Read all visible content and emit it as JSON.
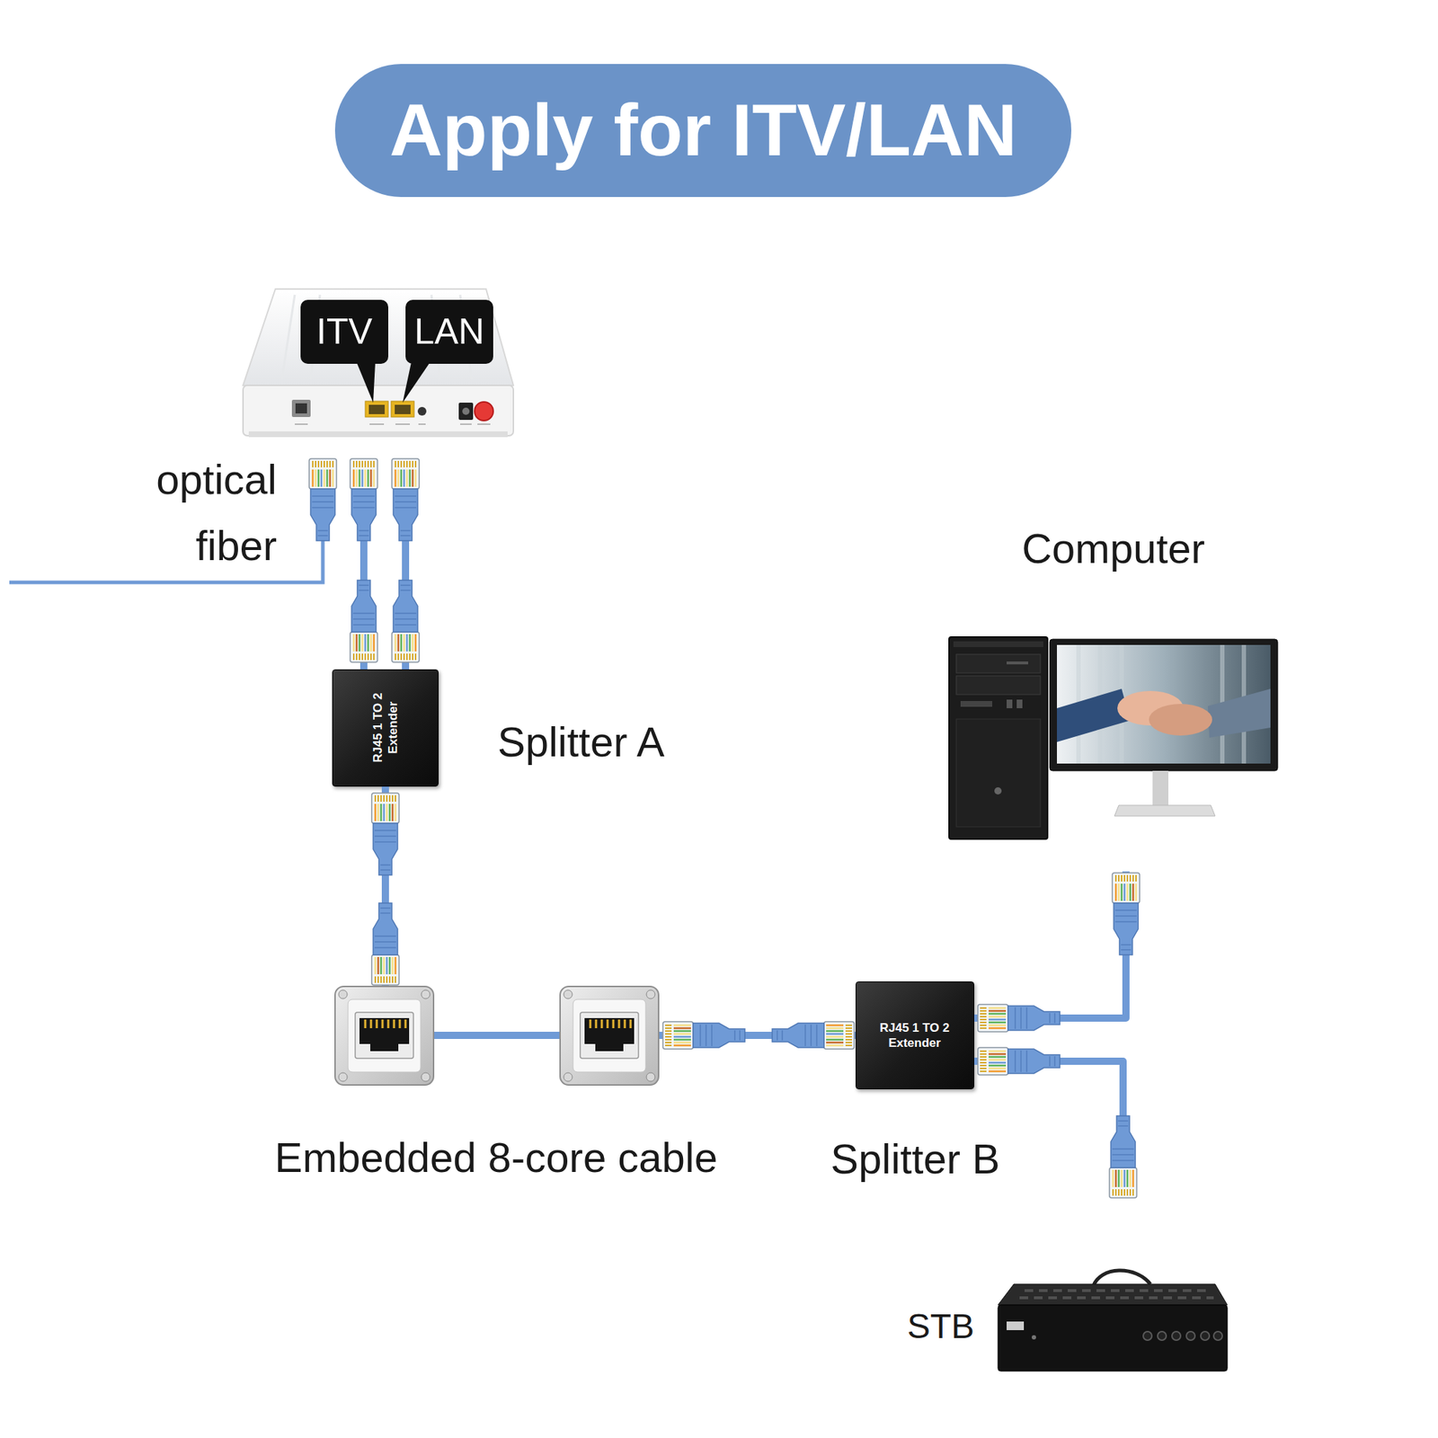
{
  "diagram": {
    "title": "Apply for ITV/LAN",
    "nodes": [
      {
        "text": [
          "ITV",
          "LAN"
        ]
      },
      {
        "text": [
          "RJ45 1 TO 2 Extender",
          "Splitter A"
        ]
      },
      {
        "text": [
          "RJ45 1 TO 2 Extender",
          "Splitter B"
        ]
      },
      {
        "text": [
          "Computer"
        ]
      },
      {
        "text": [
          "STB"
        ]
      }
    ],
    "edges": [
      {
        "from": 0,
        "to": 1,
        "arrow": "none"
      },
      {
        "from": 0,
        "to": 1,
        "arrow": "none"
      },
      {
        "from": 1,
        "to": 2,
        "arrow": "none"
      },
      {
        "from": 2,
        "to": 3,
        "arrow": "none"
      },
      {
        "from": 2,
        "to": 4,
        "arrow": "none"
      }
    ],
    "labels": [
      "optical fiber",
      "Embedded 8-core cable"
    ]
  }
}
